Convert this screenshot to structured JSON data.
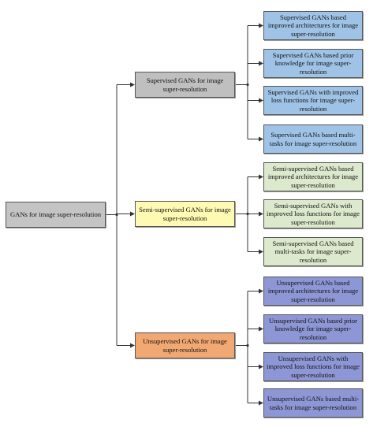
{
  "diagram": {
    "root": {
      "label": "GANs for image super-resolution"
    },
    "categories": [
      {
        "label": "Supervised GANs for image super-resolution",
        "color": "#bfbfbf",
        "children": [
          "Supervised GANs based improved architectures for image super-resolution",
          "Supervised GANs based prior knowledge for image super-resolution",
          "Supervised GANs with improved loss functions for image super-resolution",
          "Supervised GANs based multi-tasks for image super-resolution"
        ],
        "child_color": "#9fc3e6"
      },
      {
        "label": "Semi-supervised GANs for image super-resolution",
        "color": "#fffab3",
        "children": [
          "Semi-supervised GANs based improved architectures for image super-resolution",
          "Semi-supervised GANs with improved loss functions for image super-resolution",
          "Semi-supervised GANs based multi-tasks for image super-resolution"
        ],
        "child_color": "#dde9cc"
      },
      {
        "label": "Unsupervised GANs for image super-resolution",
        "color": "#f2a872",
        "children": [
          "Unsupervised  GANs based improved architectures for image super-resolution",
          "Unsupervised GANs based prior knowledge for image super-resolution",
          "Unsupervised  GANs with improved loss functions for image super-resolution",
          "Unsupervised  GANs based multi-tasks for image super-resolution"
        ],
        "child_color": "#8e97d6"
      }
    ]
  }
}
